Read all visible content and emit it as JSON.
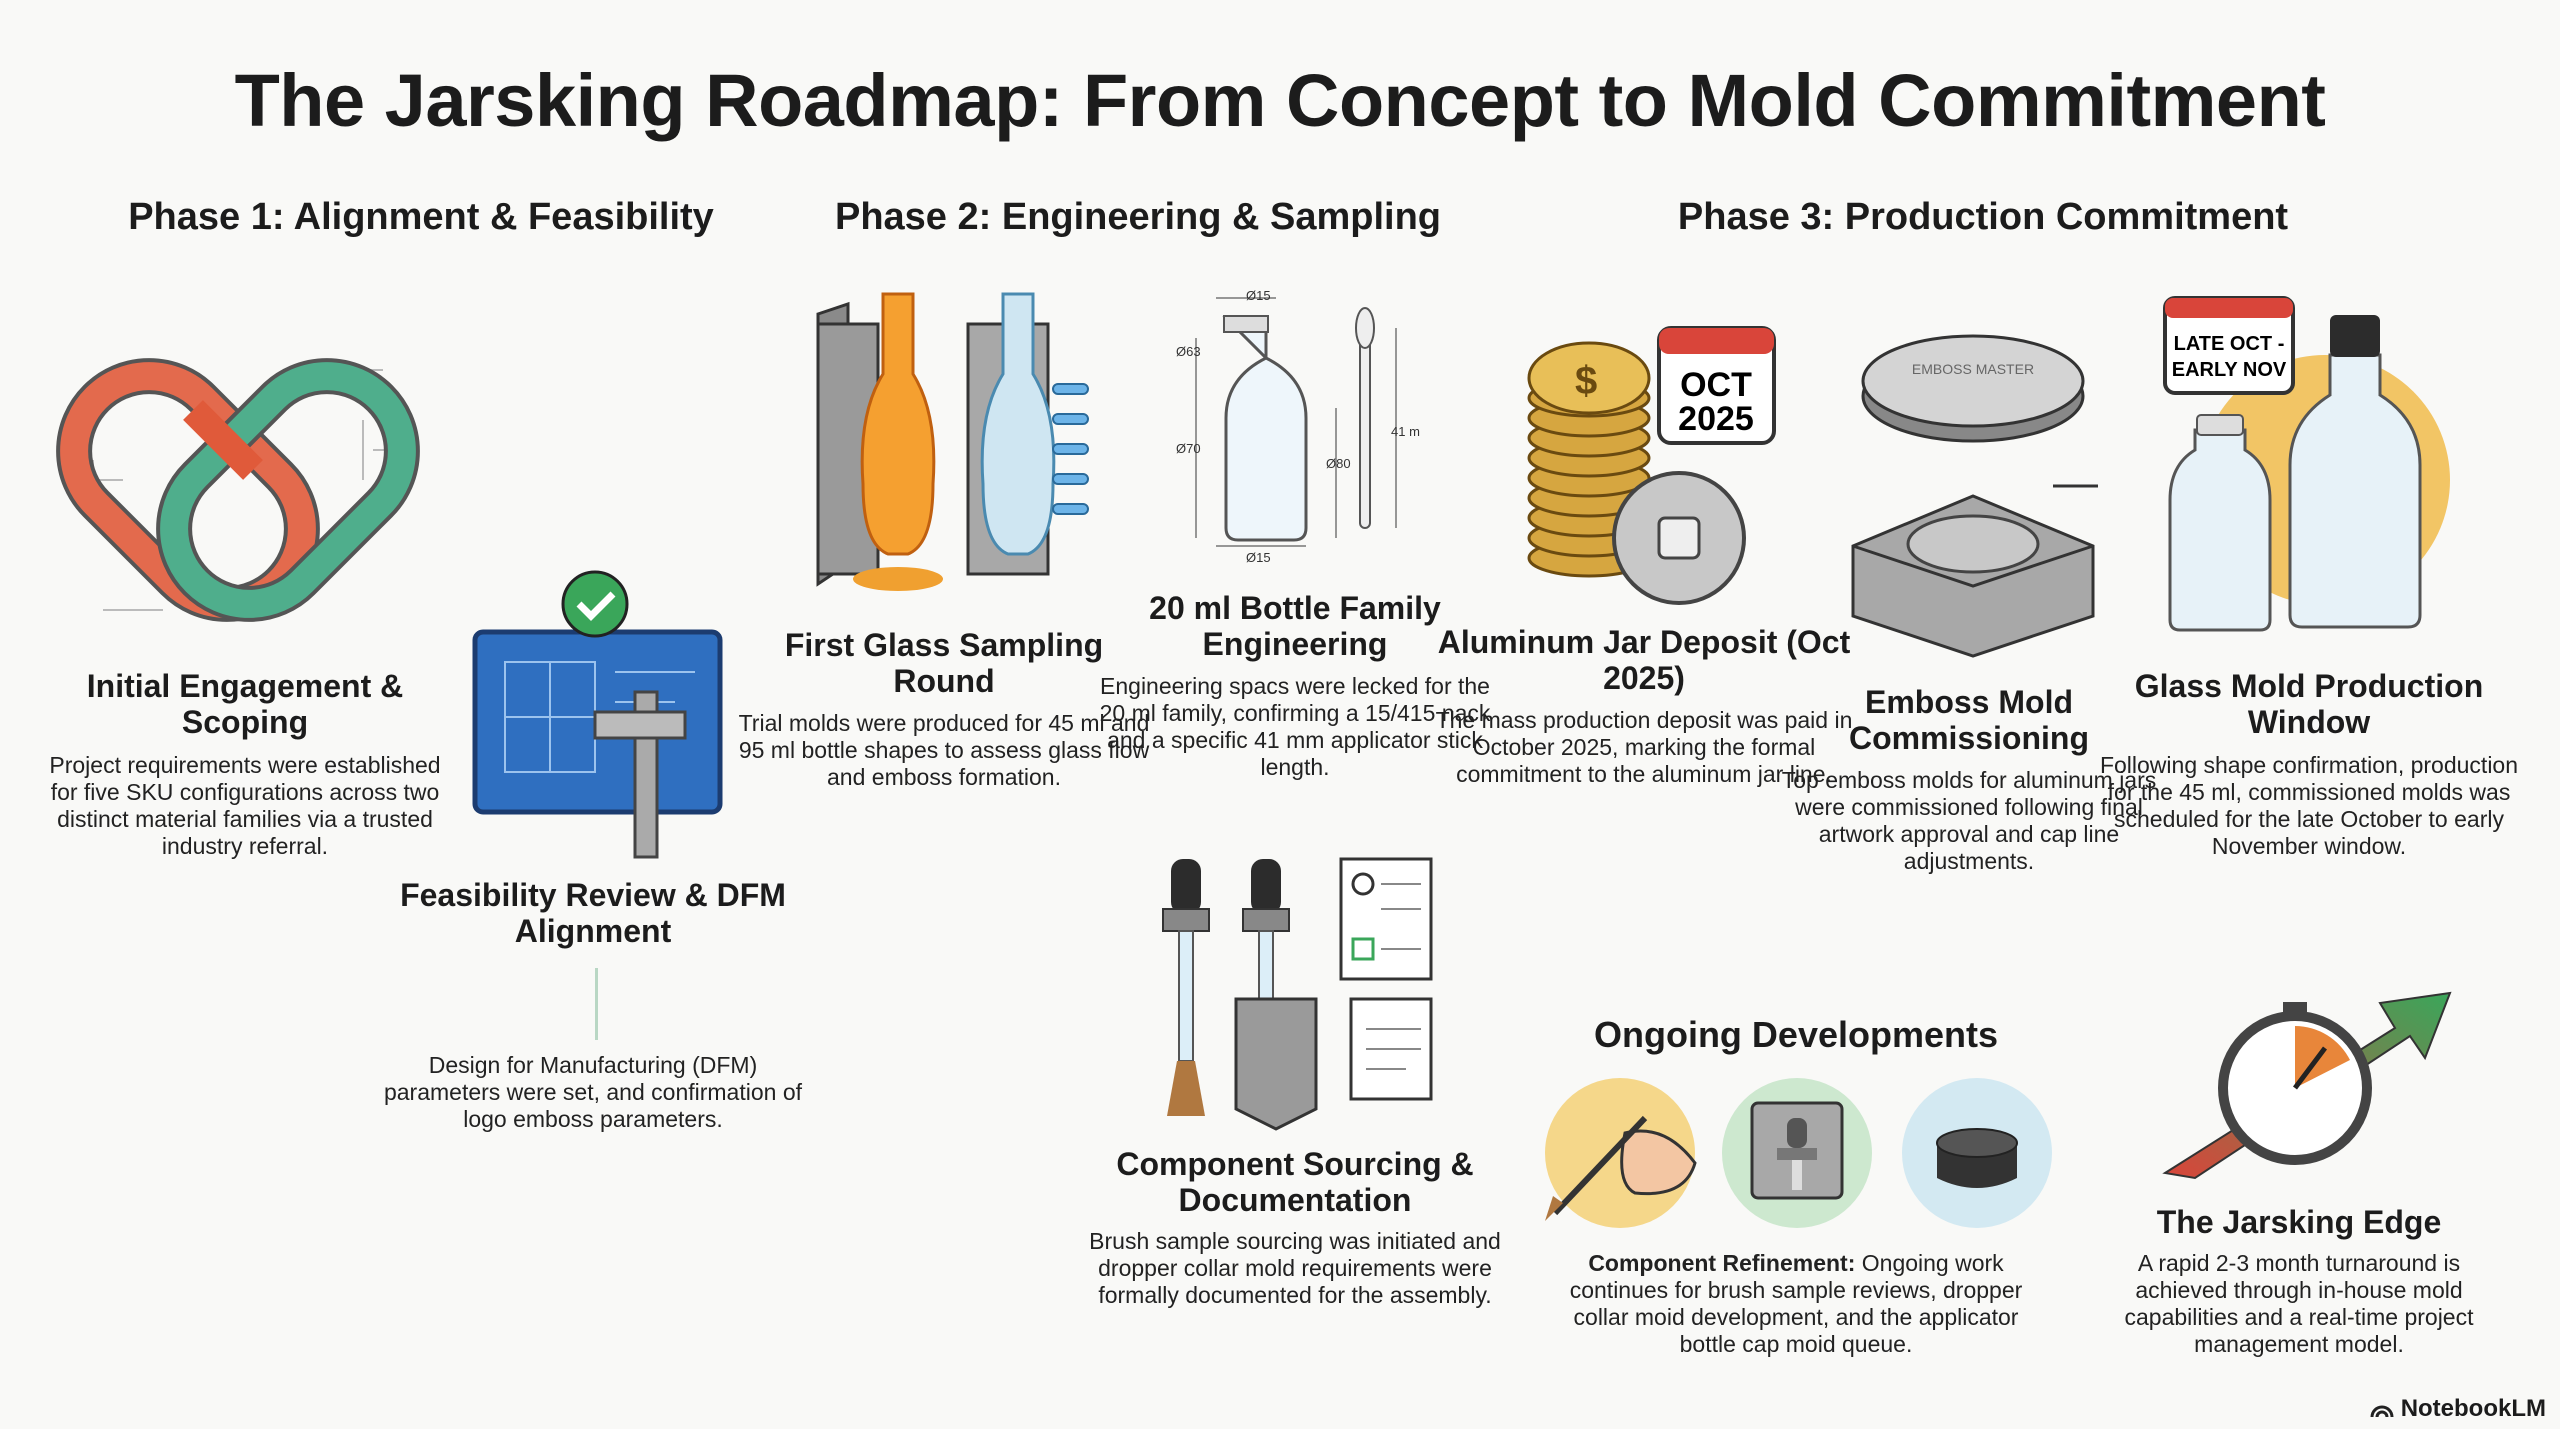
{
  "title": "The Jarsking Roadmap: From Concept to Mold Commitment",
  "phases": [
    {
      "label": "Phase 1: Alignment & Feasibility"
    },
    {
      "label": "Phase 2: Engineering & Sampling"
    },
    {
      "label": "Phase 3: Production Commitment"
    }
  ],
  "items": {
    "initial": {
      "title": "Initial Engagement & Scoping",
      "desc": "Project requirements were established for five SKU configurations across two distinct material families via a trusted industry referral."
    },
    "feasibility": {
      "title": "Feasibility Review & DFM Alignment",
      "desc": "Design for Manufacturing (DFM) parameters were set, and confirmation of logo emboss parameters."
    },
    "first_glass": {
      "title": "First Glass Sampling Round",
      "desc": "Trial molds were produced for 45 ml and 95 ml bottle shapes to assess glass flow and emboss formation."
    },
    "bottle20": {
      "title": "20 ml Bottle Family Engineering",
      "desc": "Engineering spacs were lecked for the 20 ml family, confirming a 15/415 nack and a specific 41 mm applicator stick length.",
      "dims": {
        "top": "Ø15",
        "neck": "Ø63",
        "body": "Ø70",
        "height": "Ø80",
        "bottom": "Ø15",
        "stick": "41 m"
      }
    },
    "component": {
      "title": "Component Sourcing & Documentation",
      "desc": "Brush sample sourcing was initiated and dropper collar mold requirements were formally documented for the assembly."
    },
    "aluminum": {
      "title": "Aluminum Jar Deposit (Oct 2025)",
      "desc": "The mass production deposit was paid in October 2025, marking the formal commitment to the aluminum jar line.",
      "calendar_month": "OCT",
      "calendar_year": "2025",
      "coin_symbol": "$"
    },
    "emboss": {
      "title": "Emboss Mold Commissioning",
      "desc": "Top emboss molds for aluminum jars were commissioned following final artwork approval and cap line adjustments.",
      "lid_text": "EMBOSS MASTER"
    },
    "glass_mold": {
      "title": "Glass Mold Production Window",
      "desc": "Following shape confirmation, production for the 45 ml, commissioned molds was scheduled for the late October to early November window.",
      "calendar_line1": "LATE OCT -",
      "calendar_line2": "EARLY NOV"
    },
    "ongoing": {
      "heading": "Ongoing Developments",
      "lead": "Component Refinement:",
      "desc": " Ongoing work continues for brush sample reviews, dropper collar moid development, and the applicator bottle cap moid queue."
    },
    "edge": {
      "title": "The Jarsking Edge",
      "desc": "A rapid 2-3 month turnaround is achieved through in-house mold capabilities and a real-time project management model."
    }
  },
  "colors": {
    "orange": "#f0a030",
    "blue": "#2f6fc0",
    "green": "#3aa65a",
    "red": "#d9453a",
    "glass": "#cfe6f2"
  },
  "footer": {
    "brand": "NotebookLM"
  }
}
